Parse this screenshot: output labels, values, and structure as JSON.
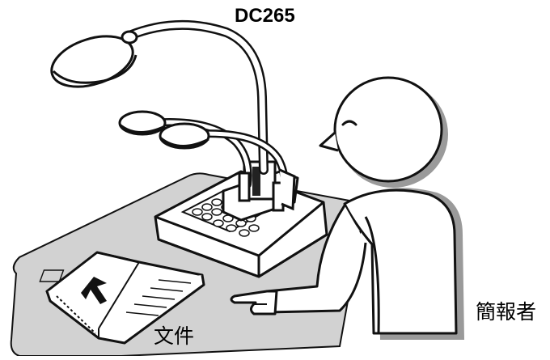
{
  "labels": {
    "model": "DC265",
    "document": "文件",
    "presenter": "簡報者"
  },
  "colors": {
    "outline": "#111111",
    "mat": "#d2d2d2",
    "shadow": "#9a9a9a",
    "fill": "#ffffff",
    "dark": "#222222"
  },
  "icons": {
    "arrow": "up-arrow-icon"
  }
}
